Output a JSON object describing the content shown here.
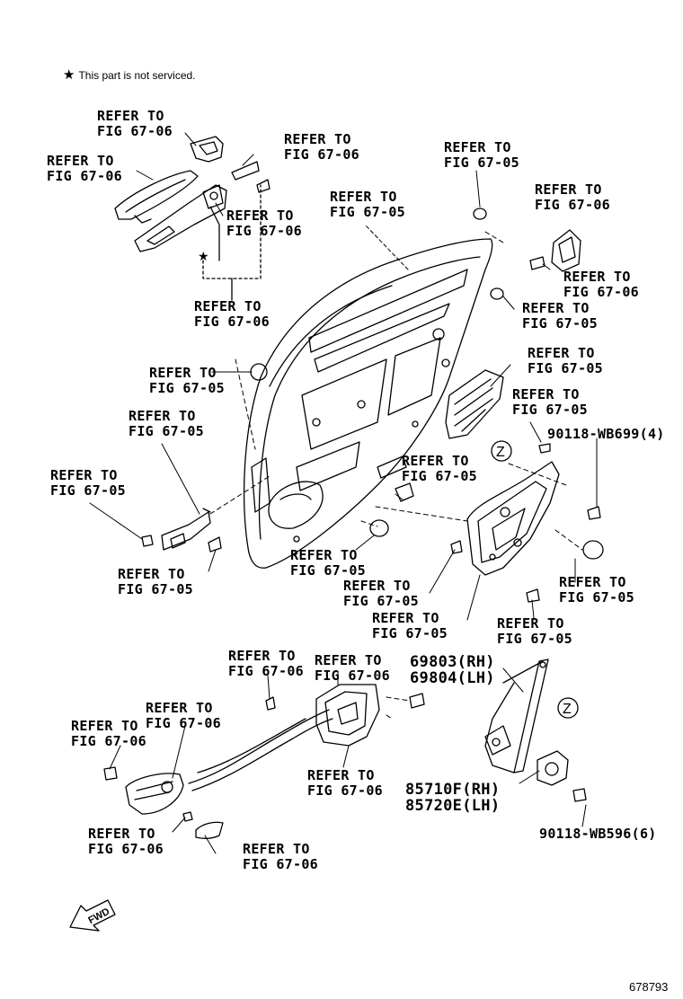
{
  "note": {
    "star": "★",
    "text": "This part is not serviced."
  },
  "diagram_number": "678793",
  "fwd_label": "FWD",
  "zone_marker": "Z",
  "star_marker": "★",
  "labels": {
    "r1": [
      "REFER TO",
      "FIG 67-06"
    ],
    "r2": [
      "REFER TO",
      "FIG 67-06"
    ],
    "r3": [
      "REFER TO",
      "FIG 67-06"
    ],
    "r4": [
      "REFER TO",
      "FIG 67-06"
    ],
    "r5": [
      "REFER TO",
      "FIG 67-06"
    ],
    "r6": [
      "REFER TO",
      "FIG 67-05"
    ],
    "r7": [
      "REFER TO",
      "FIG 67-05"
    ],
    "r8": [
      "REFER TO",
      "FIG 67-06"
    ],
    "r9": [
      "REFER TO",
      "FIG 67-06"
    ],
    "r10": [
      "REFER TO",
      "FIG 67-05"
    ],
    "r11": [
      "REFER TO",
      "FIG 67-05"
    ],
    "r12": [
      "REFER TO",
      "FIG 67-05"
    ],
    "r13": [
      "REFER TO",
      "FIG 67-05"
    ],
    "r14": [
      "REFER TO",
      "FIG 67-05"
    ],
    "r15": [
      "REFER TO",
      "FIG 67-05"
    ],
    "r16": [
      "REFER TO",
      "FIG 67-05"
    ],
    "r17": [
      "REFER TO",
      "FIG 67-05"
    ],
    "r18": [
      "REFER TO",
      "FIG 67-05"
    ],
    "r19": [
      "REFER TO",
      "FIG 67-05"
    ],
    "r20": [
      "REFER TO",
      "FIG 67-05"
    ],
    "r21": [
      "REFER TO",
      "FIG 67-05"
    ],
    "r22": [
      "REFER TO",
      "FIG 67-05"
    ],
    "r23": [
      "REFER TO",
      "FIG 67-06"
    ],
    "r24": [
      "REFER TO",
      "FIG 67-06"
    ],
    "r25": [
      "REFER TO",
      "FIG 67-06"
    ],
    "r26": [
      "REFER TO",
      "FIG 67-06"
    ],
    "r27": [
      "REFER TO",
      "FIG 67-06"
    ],
    "r28": [
      "REFER TO",
      "FIG 67-06"
    ],
    "r29": [
      "REFER TO",
      "FIG 67-06"
    ]
  },
  "parts": {
    "p1": "90118-WB699(4)",
    "p2": [
      "69803(RH)",
      "69804(LH)"
    ],
    "p3": [
      "85710F(RH)",
      "85720E(LH)"
    ],
    "p4": "90118-WB596(6)"
  }
}
